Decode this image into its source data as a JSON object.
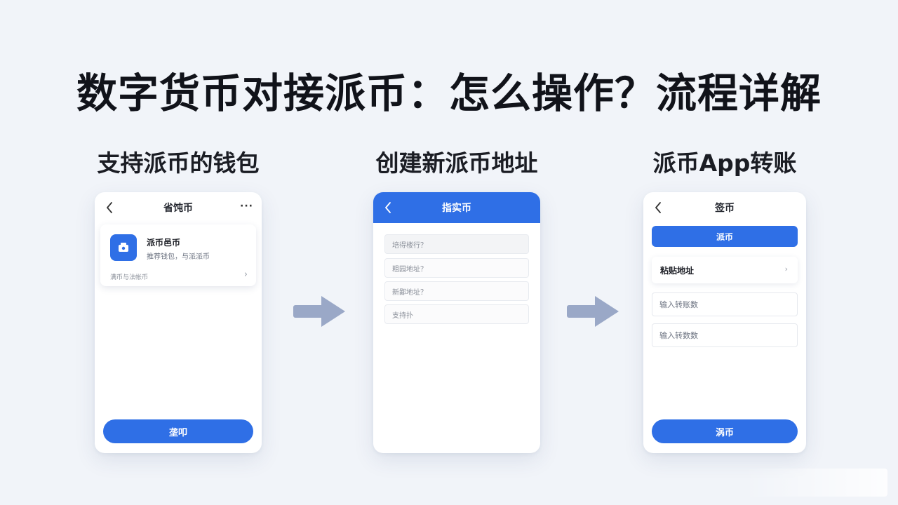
{
  "title": "数字货币对接派币：怎么操作？流程详解",
  "steps": [
    {
      "title": "支持派币的钱包",
      "header": "省饨币",
      "more": "···",
      "card": {
        "name": "派币邑币",
        "desc": "推荐钱包，与派派币",
        "footer": "满币与法帐币"
      },
      "button": "垄叩"
    },
    {
      "title": "创建新派币地址",
      "header": "指实币",
      "fields": [
        "培得楼行？",
        "粗园地址？",
        "新鄙地址？",
        "支持扑"
      ]
    },
    {
      "title": "派币App转账",
      "header": "签币",
      "tab": "派币",
      "paste": "粘贴地址",
      "inputs": [
        "输入转账数",
        "输入转数数"
      ],
      "button": "涡币"
    }
  ],
  "colors": {
    "accent": "#2f6fe6",
    "background": "#f1f4f9",
    "arrow": "#9aa8c7"
  }
}
